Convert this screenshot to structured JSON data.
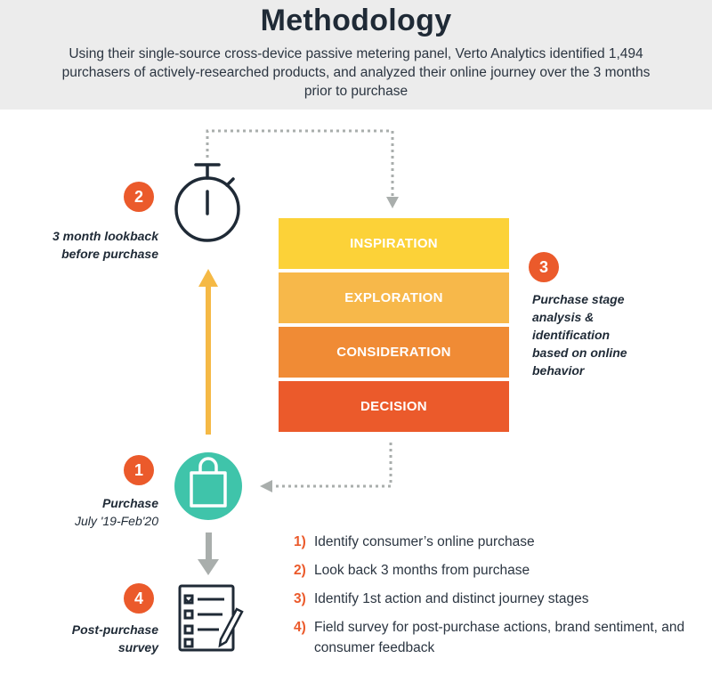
{
  "header": {
    "title": "Methodology",
    "subtitle": "Using their single-source cross-device passive metering panel, Verto Analytics identified 1,494 purchasers of actively-researched products, and analyzed their online journey over the 3 months prior to purchase"
  },
  "stages": [
    {
      "label": "INSPIRATION",
      "color": "#fcd238"
    },
    {
      "label": "EXPLORATION",
      "color": "#f7b84a"
    },
    {
      "label": "CONSIDERATION",
      "color": "#f08b35"
    },
    {
      "label": "DECISION",
      "color": "#eb5a2b"
    }
  ],
  "callouts": {
    "lookback": {
      "badge": "2",
      "line1": "3 month lookback",
      "line2": "before purchase",
      "icon": "stopwatch-icon"
    },
    "analysis": {
      "badge": "3",
      "line1": "Purchase stage",
      "line2": "analysis &",
      "line3": "identification",
      "line4": "based on online",
      "line5": "behavior"
    },
    "purchase": {
      "badge": "1",
      "line1": "Purchase",
      "line2": "July '19-Feb'20",
      "icon": "shopping-bag-icon"
    },
    "survey": {
      "badge": "4",
      "line1": "Post-purchase",
      "line2": "survey",
      "icon": "checklist-icon"
    }
  },
  "steps": [
    {
      "num": "1)",
      "text": "Identify consumer’s online purchase"
    },
    {
      "num": "2)",
      "text": "Look back 3 months from purchase"
    },
    {
      "num": "3)",
      "text": "Identify 1st action and distinct journey stages"
    },
    {
      "num": "4)",
      "text": "Field survey for post-purchase actions, brand sentiment, and consumer feedback"
    }
  ],
  "colors": {
    "accent": "#eb5a2b",
    "arrow_up": "#f5b945",
    "arrow_down": "#a9aeac",
    "bag_circle": "#3fc4aa",
    "text_dark": "#1f2a36"
  }
}
